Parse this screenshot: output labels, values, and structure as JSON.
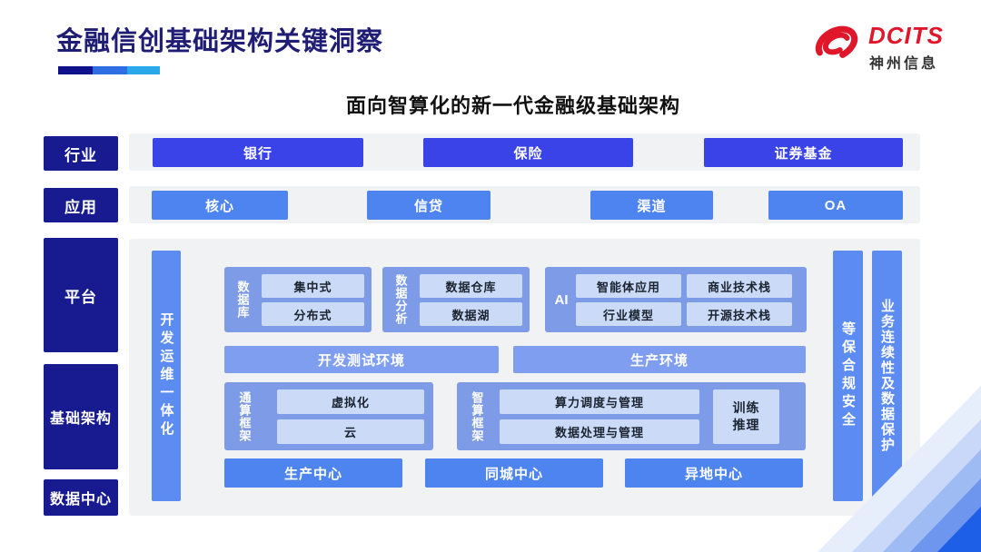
{
  "page": {
    "title": "金融信创基础架构关键洞察",
    "subtitle": "面向智算化的新一代金融级基础架构"
  },
  "logo": {
    "brand": "DCITS",
    "company": "神州信息"
  },
  "colors": {
    "title_navy": "#201d75",
    "label_navy": "#171b8f",
    "deep_blue": "#3a43e8",
    "medium_blue": "#4d84f0",
    "bar_blue": "#5c8cf2",
    "container_blue": "#7d9be6",
    "inner_box_blue": "#cbdaf7",
    "panel_gray": "#f1f2f4",
    "logo_red": "#e0162b",
    "underline": [
      "#10128c",
      "#2f6de2",
      "#2ba8ea"
    ]
  },
  "left_labels": {
    "industry": "行业",
    "application": "应用",
    "platform": "平台",
    "infrastructure": "基础架构",
    "datacenter": "数据中心"
  },
  "industry_row": {
    "items": [
      "银行",
      "保险",
      "证券基金"
    ]
  },
  "application_row": {
    "items": [
      "核心",
      "信贷",
      "渠道",
      "OA"
    ]
  },
  "platform_panel": {
    "devops_bar": "开发运维一体化",
    "database": {
      "label": "数据库",
      "items": [
        "集中式",
        "分布式"
      ]
    },
    "analytics": {
      "label": "数据分析",
      "items": [
        "数据仓库",
        "数据湖"
      ]
    },
    "ai": {
      "label": "AI",
      "items": [
        "智能体应用",
        "商业技术栈",
        "行业模型",
        "开源技术栈"
      ]
    },
    "env_dev": "开发测试环境",
    "env_prod": "生产环境",
    "compute": {
      "label": "通算框架",
      "items": [
        "虚拟化",
        "云"
      ]
    },
    "ai_compute": {
      "label": "智算框架",
      "items": [
        "算力调度与管理",
        "数据处理与管理"
      ],
      "side_lines": [
        "训练",
        "推理"
      ]
    },
    "centers": [
      "生产中心",
      "同城中心",
      "异地中心"
    ]
  },
  "right_bars": {
    "security": "等保合规安全",
    "continuity": "业务连续性及数据保护"
  }
}
